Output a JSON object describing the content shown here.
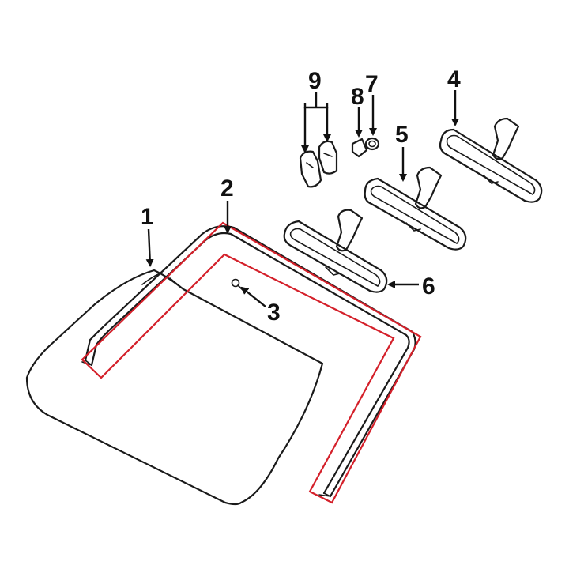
{
  "diagram": {
    "callouts": [
      {
        "id": "1",
        "label": "1"
      },
      {
        "id": "2",
        "label": "2"
      },
      {
        "id": "3",
        "label": "3"
      },
      {
        "id": "4",
        "label": "4"
      },
      {
        "id": "5",
        "label": "5"
      },
      {
        "id": "6",
        "label": "6"
      },
      {
        "id": "7",
        "label": "7"
      },
      {
        "id": "8",
        "label": "8"
      },
      {
        "id": "9",
        "label": "9"
      }
    ],
    "highlight_color": "#d4202a",
    "line_color": "#1a1a1a"
  }
}
